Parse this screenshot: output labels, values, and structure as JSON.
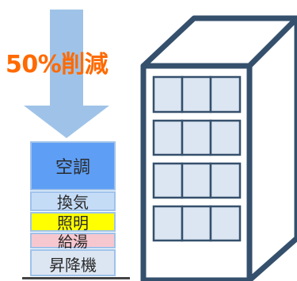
{
  "diagram": {
    "reduction_label": "50%削減",
    "energy_stack": [
      {
        "id": "hvac",
        "label": "空調"
      },
      {
        "id": "ventilation",
        "label": "換気"
      },
      {
        "id": "lighting",
        "label": "照明"
      },
      {
        "id": "hotwater",
        "label": "給湯"
      },
      {
        "id": "elevator",
        "label": "昇降機"
      }
    ],
    "colors": {
      "arrow_fill": "#9FC3E8",
      "reduction_text": "#FF6A00",
      "hvac": "#5E9EF5",
      "ventilation": "#C5DCF7",
      "lighting": "#FFFF00",
      "hotwater": "#F7C7CF",
      "elevator": "#DCE6F2",
      "building_stroke": "#35506C",
      "window_fill": "#DCE6F2"
    }
  }
}
